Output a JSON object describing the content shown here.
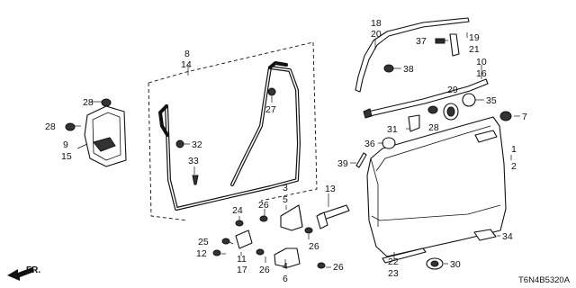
{
  "diagram_code": "T6N4B5320A",
  "direction": {
    "label": "FR."
  },
  "callouts": [
    {
      "id": "c1",
      "text": "1"
    },
    {
      "id": "c2",
      "text": "2"
    },
    {
      "id": "c3",
      "text": "3"
    },
    {
      "id": "c4",
      "text": "4"
    },
    {
      "id": "c5",
      "text": "5"
    },
    {
      "id": "c6",
      "text": "6"
    },
    {
      "id": "c7",
      "text": "7"
    },
    {
      "id": "c8",
      "text": "8"
    },
    {
      "id": "c9",
      "text": "9"
    },
    {
      "id": "c10",
      "text": "10"
    },
    {
      "id": "c11",
      "text": "11"
    },
    {
      "id": "c12",
      "text": "12"
    },
    {
      "id": "c13",
      "text": "13"
    },
    {
      "id": "c14",
      "text": "14"
    },
    {
      "id": "c15",
      "text": "15"
    },
    {
      "id": "c16",
      "text": "16"
    },
    {
      "id": "c17",
      "text": "17"
    },
    {
      "id": "c18",
      "text": "18"
    },
    {
      "id": "c19",
      "text": "19"
    },
    {
      "id": "c20",
      "text": "20"
    },
    {
      "id": "c21",
      "text": "21"
    },
    {
      "id": "c22",
      "text": "22"
    },
    {
      "id": "c23",
      "text": "23"
    },
    {
      "id": "c24",
      "text": "24"
    },
    {
      "id": "c25",
      "text": "25"
    },
    {
      "id": "c26a",
      "text": "26"
    },
    {
      "id": "c26b",
      "text": "26"
    },
    {
      "id": "c26c",
      "text": "26"
    },
    {
      "id": "c26d",
      "text": "26"
    },
    {
      "id": "c27",
      "text": "27"
    },
    {
      "id": "c28a",
      "text": "28"
    },
    {
      "id": "c28b",
      "text": "28"
    },
    {
      "id": "c28c",
      "text": "28"
    },
    {
      "id": "c29",
      "text": "29"
    },
    {
      "id": "c30",
      "text": "30"
    },
    {
      "id": "c31",
      "text": "31"
    },
    {
      "id": "c32",
      "text": "32"
    },
    {
      "id": "c33",
      "text": "33"
    },
    {
      "id": "c34",
      "text": "34"
    },
    {
      "id": "c35",
      "text": "35"
    },
    {
      "id": "c36",
      "text": "36"
    },
    {
      "id": "c37",
      "text": "37"
    },
    {
      "id": "c38",
      "text": "38"
    },
    {
      "id": "c39",
      "text": "39"
    }
  ]
}
